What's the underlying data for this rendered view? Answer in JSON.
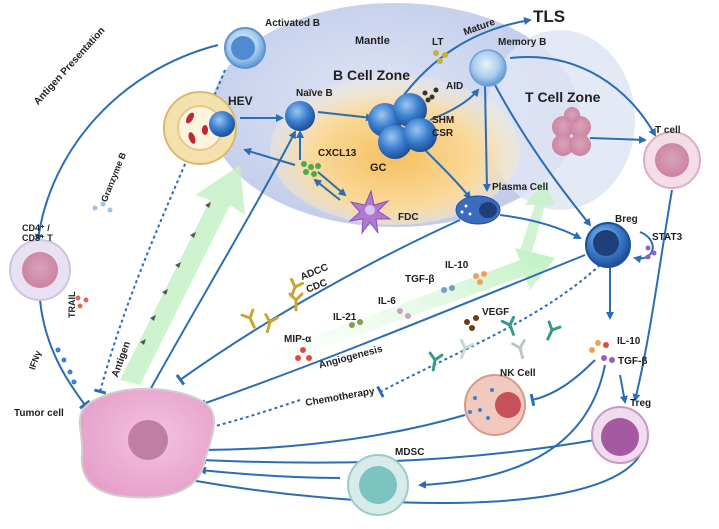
{
  "labels": {
    "activated_b": "Activated B",
    "mantle": "Mantle",
    "b_cell_zone": "B Cell Zone",
    "t_cell_zone": "T Cell Zone",
    "tls": "TLS",
    "mature": "Mature",
    "lt": "LT",
    "memory_b": "Memory B",
    "naive_b": "Naïve B",
    "hev": "HEV",
    "aid": "AID",
    "shm": "SHM",
    "csr": "CSR",
    "gc": "GC",
    "cxcl13": "CXCL13",
    "fdc": "FDC",
    "plasma_cell": "Plasma Cell",
    "t_cell": "T cell",
    "breg": "Breg",
    "stat3": "STAT3",
    "antigen_presentation": "Antigen Presentation",
    "granzyme_b": "Granzyme B",
    "cd4_cd8_t": "CD4⁺ /\nCD8⁺ T",
    "trail": "TRAIL",
    "ifn": "IFNγ",
    "antigen": "Antigen",
    "adcc": "ADCC",
    "cdc": "CDC",
    "il10_top": "IL-10",
    "tgfb_top": "TGF-β",
    "il6": "IL-6",
    "il21": "IL-21",
    "mip": "MIP-α",
    "vegf": "VEGF",
    "angiogenesis": "Angiogenesis",
    "chemotherapy": "Chemotherapy",
    "il10_right": "IL-10",
    "tgfb_right": "TGF-β",
    "nk_cell": "NK Cell",
    "treg": "Treg",
    "mdsc": "MDSC",
    "tumor_cell": "Tumor cell"
  },
  "colors": {
    "arrow": "#2b6db3",
    "b_cell": "#2f6fc0",
    "mantle_fill": "#c9d3ee",
    "gc_fill": "#f6c86a",
    "t_zone_fill": "#dde4f3",
    "t_cell": "#e0b0c4",
    "tumor": "#e8a9cc",
    "treg": "#a0509a",
    "nk": "#d86b73",
    "mdsc": "#7cc4bf",
    "green_arrow": "#bfeec0"
  }
}
